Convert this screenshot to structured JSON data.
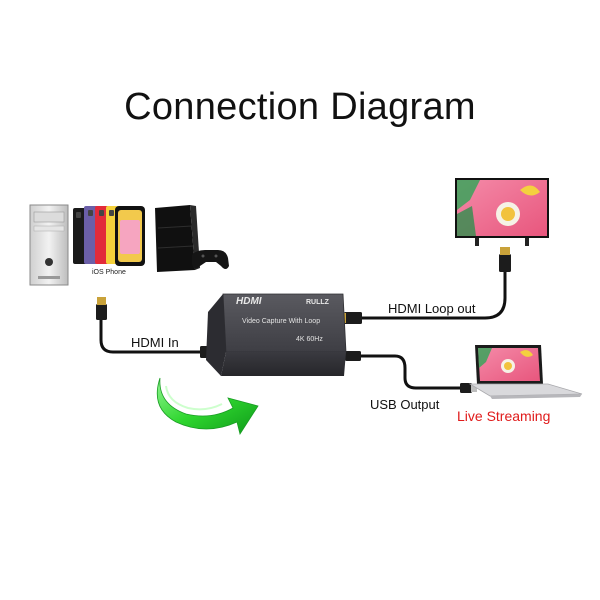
{
  "title": "Connection Diagram",
  "labels": {
    "ios_phone": "iOS Phone",
    "hdmi_in": "HDMI In",
    "hdmi_loop_out": "HDMI Loop out",
    "usb_output": "USB Output",
    "live_streaming": "Live Streaming"
  },
  "device": {
    "logo": "HDMI",
    "brand": "RULLZ",
    "name": "Video Capture With Loop",
    "spec": "4K 60Hz"
  },
  "colors": {
    "accent_green": "#2fd62f",
    "live_streaming": "#e01b1b",
    "device_body": "#4a4a4e",
    "cable": "#111111"
  },
  "icons": [
    "pc-tower-icon",
    "phones-icon",
    "game-console-icon",
    "tv-icon",
    "laptop-icon",
    "arrow-icon"
  ]
}
